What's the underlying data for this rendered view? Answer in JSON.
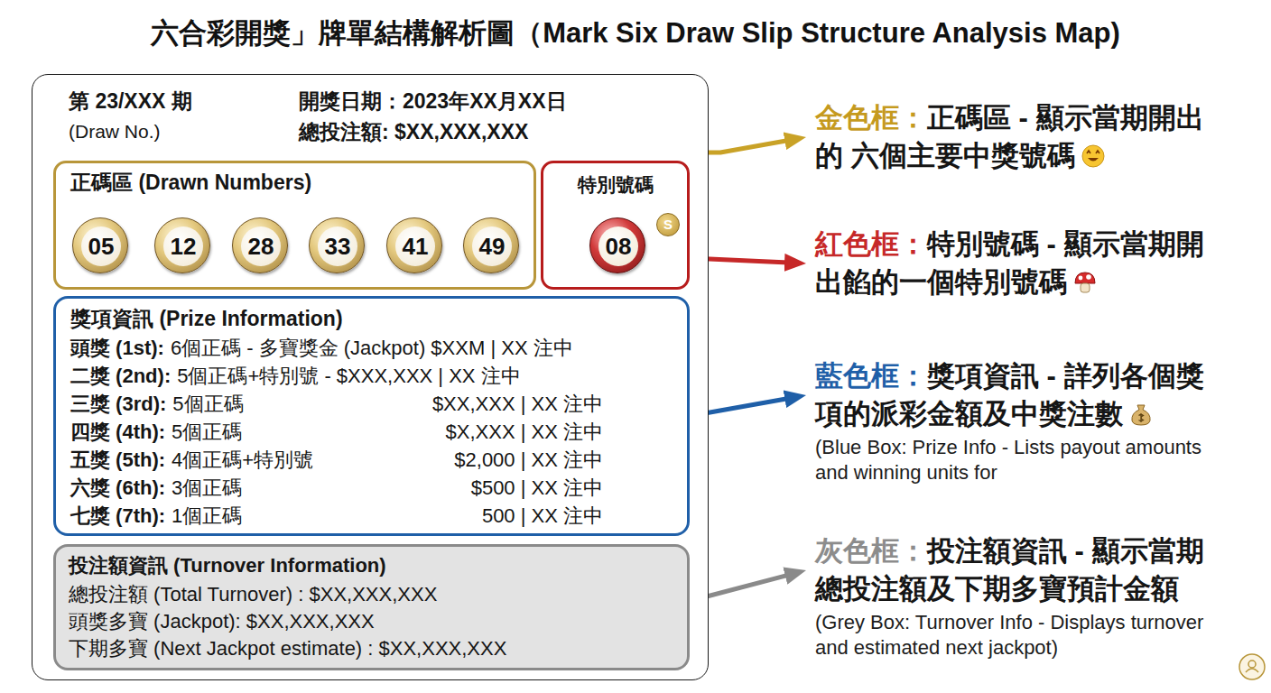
{
  "diagram": {
    "title": "六合彩開獎」牌單結構解析圖（Mark Six Draw Slip Structure Analysis Map)",
    "nodes": [
      {
        "text": [
          "第 23/XXX 期",
          "(Draw No.)",
          "開獎日期：2023年XX月XX日",
          "總投注額: $XX,XXX,XXX"
        ]
      },
      {
        "text": [
          "正碼區 (Drawn Numbers)"
        ],
        "in": 0
      },
      {
        "text": [
          "05"
        ],
        "in": 1
      },
      {
        "text": [
          "12"
        ],
        "in": 1
      },
      {
        "text": [
          "28"
        ],
        "in": 1
      },
      {
        "text": [
          "33"
        ],
        "in": 1
      },
      {
        "text": [
          "41"
        ],
        "in": 1
      },
      {
        "text": [
          "49"
        ],
        "in": 1
      },
      {
        "text": [
          "特別號碼"
        ],
        "in": 0
      },
      {
        "text": [
          "08"
        ],
        "in": 8
      },
      {
        "text": [
          "S"
        ],
        "in": 9
      },
      {
        "text": [
          "獎項資訊 (Prize Information)",
          "頭獎 (1st):",
          "6個正碼 - 多寶獎金 (Jackpot) $XXM | XX 注中",
          "二獎 (2nd):",
          "5個正碼+特別號 - $XXX,XXX | XX 注中",
          "三獎 (3rd):",
          "5個正碼",
          "$XX,XXX | XX 注中",
          "四獎 (4th):",
          "5個正碼",
          "$X,XXX | XX 注中",
          "五獎 (5th):",
          "4個正碼+特別號",
          "$2,000 | XX 注中",
          "六獎 (6th):",
          "3個正碼",
          "$500 | XX 注中",
          "七獎 (7th):",
          "1個正碼",
          "500 | XX 注中"
        ],
        "in": 0
      },
      {
        "text": [
          "投注額資訊 (Turnover Information)",
          "總投注額 (Total Turnover) : $XX,XXX,XXX",
          "頭獎多寶 (Jackpot): $XX,XXX,XXX",
          "下期多寶 (Next Jackpot estimate) : $XX,XXX,XXX"
        ],
        "in": 0
      },
      {
        "text": [
          "金色框：",
          "正碼區 - 顯示當期開出的 六個主要中獎號碼"
        ]
      },
      {
        "text": [
          "紅色框：",
          "特別號碼 - 顯示當期開出餡的一個特別號碼"
        ]
      },
      {
        "text": [
          "藍色框：",
          "獎項資訊 - 詳列各個獎項的派彩金額及中獎注數",
          "(Blue Box: Prize Info - Lists payout amounts and winning units for"
        ]
      },
      {
        "text": [
          "灰色框：",
          "投注額資訊 - 顯示當期總投注額及下期多寶預計金額",
          "(Grey Box: Turnover Info - Displays turnover and estimated next jackpot)"
        ]
      }
    ],
    "edges": [
      {
        "from": 1,
        "to": 13,
        "arrow": "to"
      },
      {
        "from": 8,
        "to": 14,
        "arrow": "to"
      },
      {
        "from": 11,
        "to": 15,
        "arrow": "to"
      },
      {
        "from": 12,
        "to": 16,
        "arrow": "to"
      }
    ]
  }
}
